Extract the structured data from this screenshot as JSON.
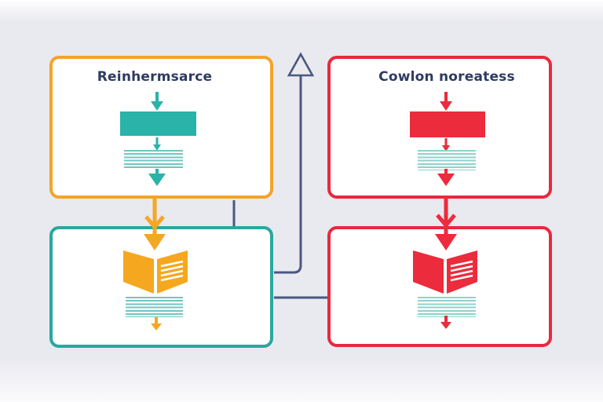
{
  "canvas": {
    "background": "#E9E9F0"
  },
  "colors": {
    "title_text": "#2E3B61",
    "connector": "#4A5880",
    "panel_background": "#FFFFFF"
  },
  "panels": {
    "top_left": {
      "title": "Reinhermsarce",
      "accent": "#F2A42B",
      "content_color": "#2AB3A9",
      "stripe_color": "#6FC7C0",
      "icons": [
        "down-arrow",
        "process-block",
        "down-arrow",
        "text-lines",
        "down-arrow"
      ]
    },
    "top_right": {
      "title": "Cowlon noreatess",
      "accent": "#E8293E",
      "content_color": "#EC2B3C",
      "stripe_color": "#8FD2CC",
      "icons": [
        "down-arrow",
        "process-block",
        "down-arrow",
        "text-lines",
        "down-arrow"
      ]
    },
    "bottom_left": {
      "accent": "#29A89F",
      "book_color": "#F5A81F",
      "stripe_color": "#6FC7C0",
      "arrow_color": "#F5A623",
      "icons": [
        "open-book",
        "text-lines",
        "down-arrow"
      ]
    },
    "bottom_right": {
      "accent": "#E8293E",
      "book_color": "#EC2B3C",
      "stripe_color": "#8FD2CC",
      "arrow_color": "#EC2B3C",
      "icons": [
        "open-book",
        "text-lines",
        "down-arrow"
      ]
    }
  },
  "connectors": {
    "color": "#4A5880",
    "shapes": [
      "up-open-arrow",
      "vertical-link-left",
      "elbow-to-left-panel",
      "horizontal-link-between-bottom-panels"
    ]
  }
}
